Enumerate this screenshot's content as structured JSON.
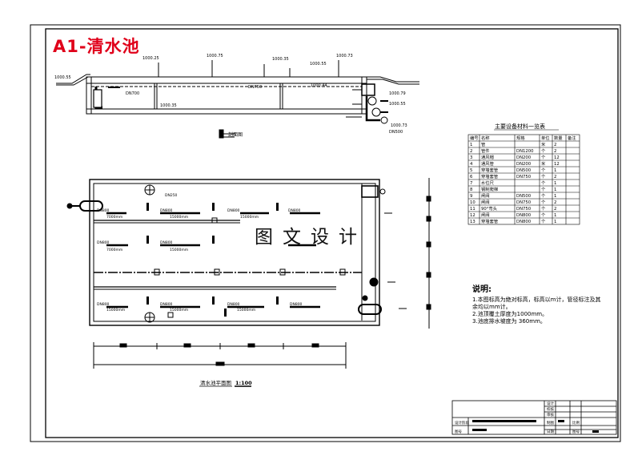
{
  "title": "A1-清水池",
  "watermark": "图文设计",
  "section_view": {
    "elevations": [
      "1000.25",
      "1000.75",
      "1000.35",
      "1000.55",
      "1000.73",
      "1000.55",
      "1000.44",
      "1000.35",
      "1000.79",
      "1000.55",
      "1000.73"
    ],
    "pipes": [
      "DN700",
      "DN750",
      "DN500"
    ],
    "caption": "剖面图"
  },
  "plan_view": {
    "caption": "清水池平面图",
    "scale": "1:100",
    "pipes": [
      "DN250",
      "DN800",
      "DN800",
      "DN800",
      "DN800",
      "DN800",
      "DN800",
      "DN800",
      "DN800",
      "DN800",
      "DN800"
    ],
    "dims": [
      "7000mm",
      "15000mm",
      "15000mm",
      "7000mm",
      "15000mm",
      "15000mm",
      "15000mm",
      "15000mm"
    ]
  },
  "table": {
    "title": "主要设备材料一览表",
    "headers": [
      "编号",
      "名称",
      "规格",
      "单位",
      "数量",
      "备注"
    ],
    "rows": [
      [
        "1",
        "管",
        "",
        "米",
        "2",
        ""
      ],
      [
        "2",
        "管件",
        "DN1200",
        "个",
        "2",
        ""
      ],
      [
        "3",
        "通风帽",
        "DN200",
        "个",
        "12",
        ""
      ],
      [
        "4",
        "通风管",
        "DN200",
        "米",
        "12",
        ""
      ],
      [
        "5",
        "穿墙套管",
        "DN500",
        "个",
        "1",
        ""
      ],
      [
        "6",
        "穿墙套管",
        "DN750",
        "个",
        "2",
        ""
      ],
      [
        "7",
        "水位尺",
        "",
        "个",
        "1",
        ""
      ],
      [
        "8",
        "钢制爬梯",
        "",
        "个",
        "1",
        ""
      ],
      [
        "9",
        "闸阀",
        "DN500",
        "个",
        "1",
        ""
      ],
      [
        "10",
        "闸阀",
        "DN750",
        "个",
        "2",
        ""
      ],
      [
        "11",
        "90°弯头",
        "DN750",
        "个",
        "2",
        ""
      ],
      [
        "12",
        "闸阀",
        "DN800",
        "个",
        "1",
        ""
      ],
      [
        "13",
        "穿墙套管",
        "DN800",
        "个",
        "1",
        ""
      ]
    ]
  },
  "notes": {
    "title": "说明:",
    "lines": [
      "1.本图标高为绝对标高，标高以m计，管径标注及其",
      "  余均以mm计。",
      "2.池顶覆土厚度为1000mm。",
      "3.池底排水坡度为 360mm。"
    ]
  },
  "title_block": {
    "labels": [
      "设计",
      "校核",
      "审核",
      "制图",
      "比例",
      "日期",
      "图号"
    ],
    "project_label": "设计阶段",
    "drawing_no_label": "图号"
  }
}
